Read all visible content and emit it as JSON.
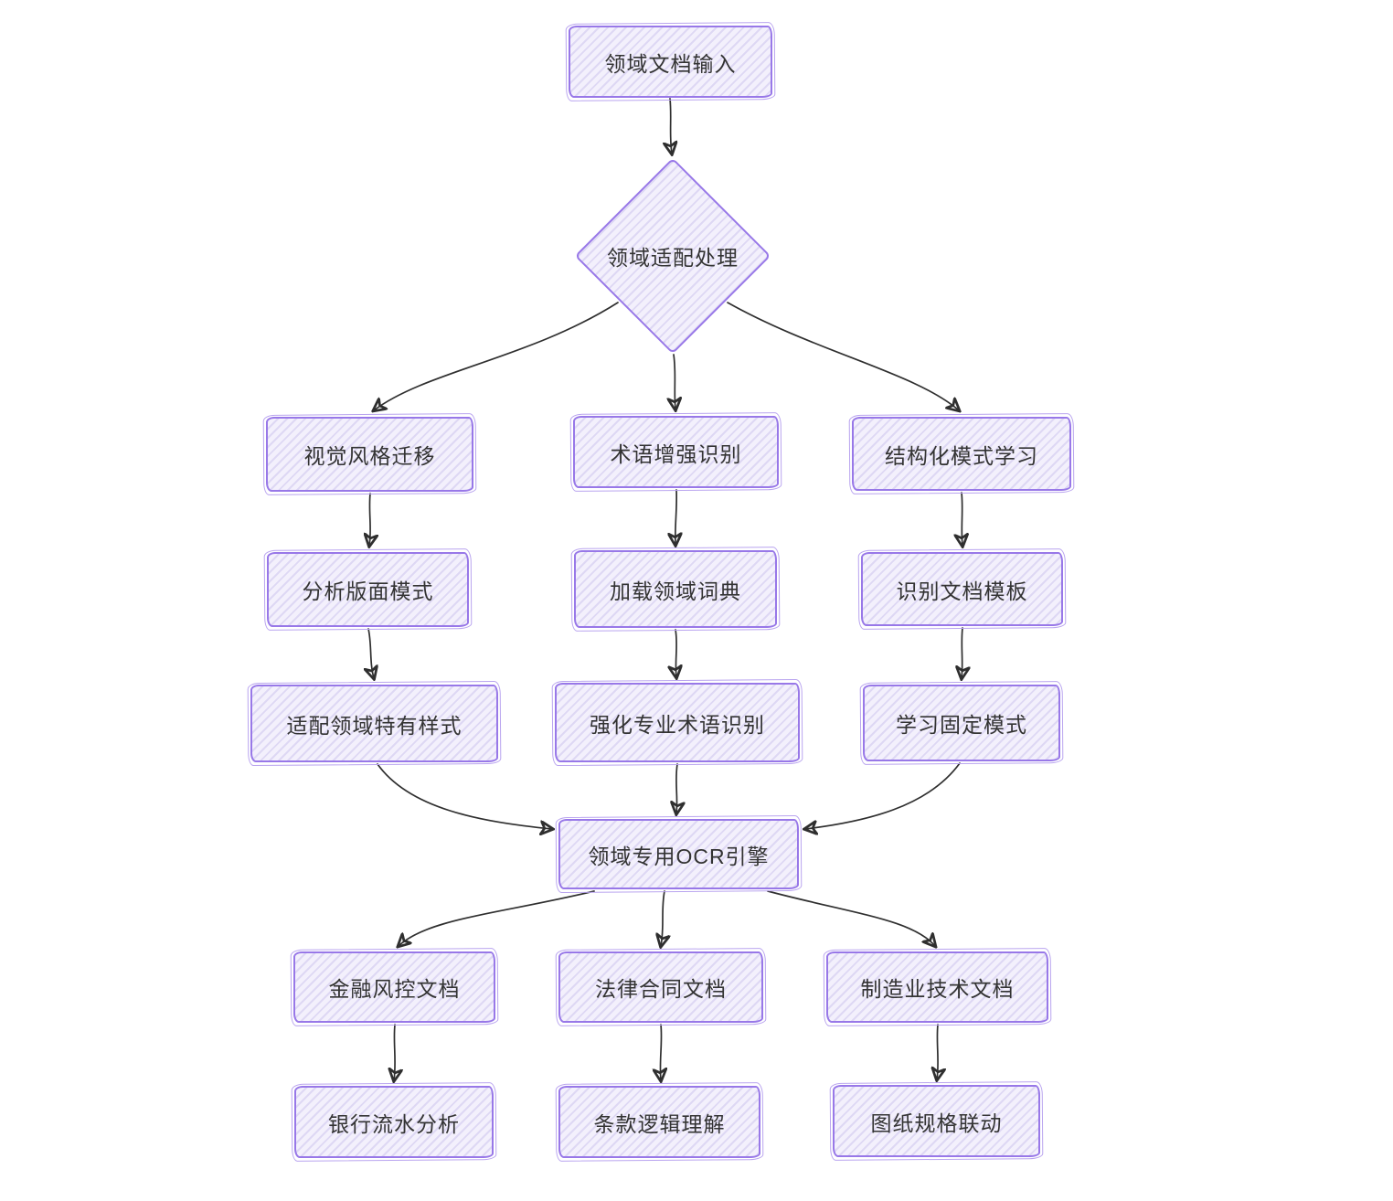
{
  "colors": {
    "node_border": "#9878e8",
    "node_border_light": "#b9a4ef",
    "node_fill": "#f3f0fc",
    "node_hatch": "#ded8f4",
    "text": "#333333",
    "edge": "#2f2f2f",
    "background": "#ffffff"
  },
  "diagram": {
    "type": "flowchart",
    "nodes": {
      "input": {
        "label": "领域文档输入",
        "shape": "rect"
      },
      "adapt": {
        "label": "领域适配处理",
        "shape": "diamond"
      },
      "visual_style": {
        "label": "视觉风格迁移",
        "shape": "rect"
      },
      "term_enhance": {
        "label": "术语增强识别",
        "shape": "rect"
      },
      "struct_learn": {
        "label": "结构化模式学习",
        "shape": "rect"
      },
      "layout_pattern": {
        "label": "分析版面模式",
        "shape": "rect"
      },
      "load_dict": {
        "label": "加载领域词典",
        "shape": "rect"
      },
      "doc_template": {
        "label": "识别文档模板",
        "shape": "rect"
      },
      "domain_style": {
        "label": "适配领域特有样式",
        "shape": "rect"
      },
      "pro_term": {
        "label": "强化专业术语识别",
        "shape": "rect"
      },
      "fixed_pattern": {
        "label": "学习固定模式",
        "shape": "rect"
      },
      "ocr_engine": {
        "label": "领域专用OCR引擎",
        "shape": "rect"
      },
      "finance": {
        "label": "金融风控文档",
        "shape": "rect"
      },
      "legal": {
        "label": "法律合同文档",
        "shape": "rect"
      },
      "manufacturing": {
        "label": "制造业技术文档",
        "shape": "rect"
      },
      "bank_flow": {
        "label": "银行流水分析",
        "shape": "rect"
      },
      "clause_logic": {
        "label": "条款逻辑理解",
        "shape": "rect"
      },
      "drawing_spec": {
        "label": "图纸规格联动",
        "shape": "rect"
      }
    },
    "edges": [
      {
        "from": "input",
        "to": "adapt"
      },
      {
        "from": "adapt",
        "to": "visual_style"
      },
      {
        "from": "adapt",
        "to": "term_enhance"
      },
      {
        "from": "adapt",
        "to": "struct_learn"
      },
      {
        "from": "visual_style",
        "to": "layout_pattern"
      },
      {
        "from": "term_enhance",
        "to": "load_dict"
      },
      {
        "from": "struct_learn",
        "to": "doc_template"
      },
      {
        "from": "layout_pattern",
        "to": "domain_style"
      },
      {
        "from": "load_dict",
        "to": "pro_term"
      },
      {
        "from": "doc_template",
        "to": "fixed_pattern"
      },
      {
        "from": "domain_style",
        "to": "ocr_engine"
      },
      {
        "from": "pro_term",
        "to": "ocr_engine"
      },
      {
        "from": "fixed_pattern",
        "to": "ocr_engine"
      },
      {
        "from": "ocr_engine",
        "to": "finance"
      },
      {
        "from": "ocr_engine",
        "to": "legal"
      },
      {
        "from": "ocr_engine",
        "to": "manufacturing"
      },
      {
        "from": "finance",
        "to": "bank_flow"
      },
      {
        "from": "legal",
        "to": "clause_logic"
      },
      {
        "from": "manufacturing",
        "to": "drawing_spec"
      }
    ]
  }
}
